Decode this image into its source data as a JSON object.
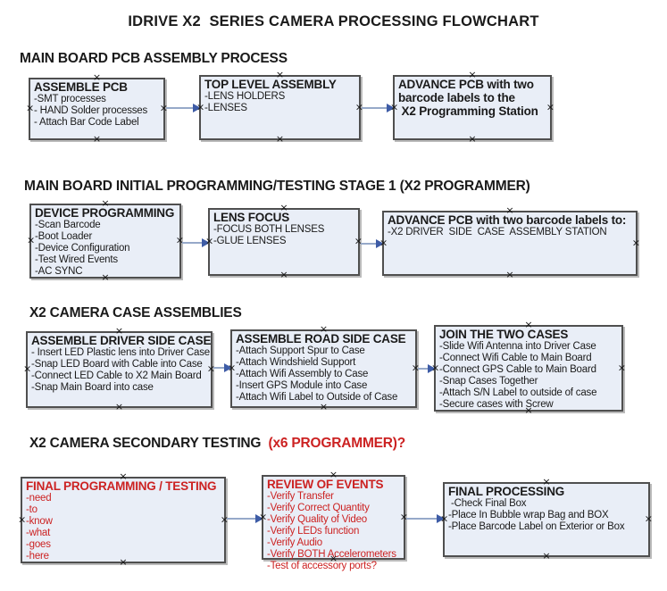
{
  "title": "IDRIVE X2  SERIES CAMERA PROCESSING FLOWCHART",
  "colors": {
    "box-fill": "#e9eef7",
    "box-border": "#4f4f4f",
    "red-text": "#cc2222",
    "arrow-line": "#96a9c9",
    "arrow-head": "#3e5ca6",
    "text": "#1a1a1a"
  },
  "sections": [
    {
      "heading": "MAIN BOARD PCB ASSEMBLY PROCESS",
      "boxes": [
        {
          "header": "ASSEMBLE PCB",
          "items": [
            "-SMT processes",
            "- HAND Solder processes",
            "- Attach Bar Code Label"
          ]
        },
        {
          "header": "TOP LEVEL ASSEMBLY",
          "items": [
            "-LENS HOLDERS",
            "-LENSES"
          ]
        },
        {
          "header_lines": [
            "ADVANCE PCB with two",
            "barcode labels to the",
            " X2 Programming Station"
          ]
        }
      ]
    },
    {
      "heading": "MAIN BOARD INITIAL PROGRAMMING/TESTING STAGE 1 (X2 PROGRAMMER)",
      "boxes": [
        {
          "header": "DEVICE PROGRAMMING",
          "items": [
            "-Scan Barcode",
            "-Boot Loader",
            "-Device Configuration",
            "-Test Wired Events",
            "-AC SYNC"
          ]
        },
        {
          "header": "LENS FOCUS",
          "items": [
            "-FOCUS BOTH LENSES",
            "-GLUE LENSES"
          ]
        },
        {
          "header": "ADVANCE PCB with two barcode labels to:",
          "items": [
            "-X2 DRIVER  SIDE  CASE  ASSEMBLY STATION"
          ]
        }
      ]
    },
    {
      "heading": "X2 CAMERA CASE ASSEMBLIES",
      "boxes": [
        {
          "header": "ASSEMBLE DRIVER SIDE CASE",
          "items": [
            "- Insert LED Plastic lens into Driver Case",
            "-Snap LED Board with Cable into Case",
            "-Connect LED Cable to X2 Main Board",
            "-Snap Main Board into case"
          ]
        },
        {
          "header": "ASSEMBLE ROAD SIDE CASE",
          "items": [
            "-Attach Support Spur to Case",
            "-Attach Windshield Support",
            "-Attach Wifi Assembly to Case",
            "-Insert GPS Module into Case",
            "-Attach Wifi Label to Outside of Case"
          ]
        },
        {
          "header": "JOIN THE TWO CASES",
          "items": [
            "-Slide Wifi Antenna into Driver Case",
            "-Connect Wifi Cable to Main Board",
            "-Connect GPS Cable to Main Board",
            "-Snap Cases Together",
            "-Attach S/N Label to outside of case",
            "-Secure cases with Screw"
          ]
        }
      ]
    },
    {
      "heading": "X2 CAMERA SECONDARY TESTING ",
      "heading_suffix": " (x6 PROGRAMMER)?",
      "boxes": [
        {
          "header": "FINAL PROGRAMMING / TESTING",
          "accent": "red",
          "items": [
            "-need",
            "-to",
            "-know",
            "-what",
            "-goes",
            "-here"
          ]
        },
        {
          "header": "REVIEW OF EVENTS",
          "accent": "red",
          "items": [
            "-Verify Transfer",
            "-Verify Correct Quantity",
            "-Verify Quality of Video",
            "-Verify LEDs function",
            "-Verify Audio",
            "-Verify BOTH Accelerometers",
            "-Test of accessory ports?"
          ]
        },
        {
          "header": "FINAL PROCESSING",
          "items": [
            " -Check Final Box",
            "-Place In Bubble wrap Bag and BOX",
            "-Place Barcode Label on Exterior or Box"
          ]
        }
      ]
    }
  ]
}
